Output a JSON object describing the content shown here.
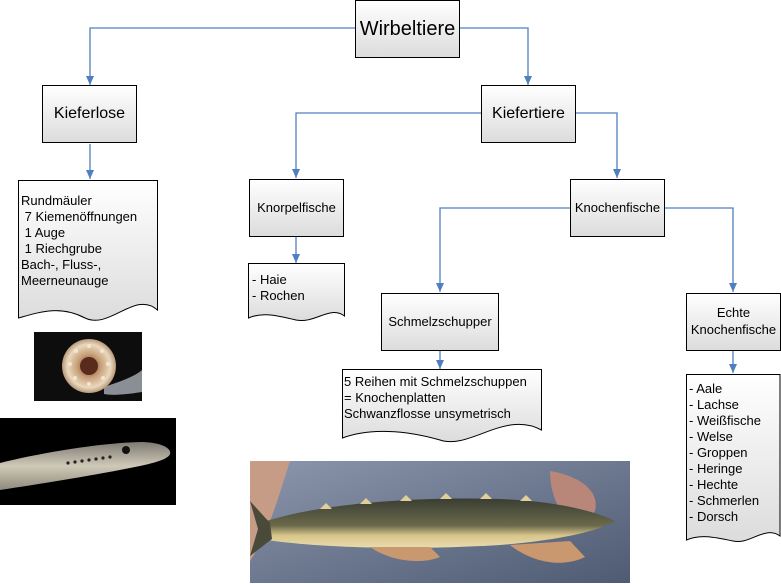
{
  "nodes": {
    "root": "Wirbeltiere",
    "jawless": "Kieferlose",
    "jawed": "Kiefertiere",
    "cartilaginous": "Knorpelfische",
    "bony": "Knochenfische",
    "ganoid": "Schmelzschupper",
    "teleost": "Echte\nKnochenfische"
  },
  "notes": {
    "jawless": "Rundmäuler\n 7 Kiemenöffnungen\n 1 Auge\n 1 Riechgrube\nBach-, Fluss-,\nMeerneunauge",
    "cartilaginous": "- Haie\n- Rochen",
    "ganoid": "5 Reihen mit Schmelzschuppen\n= Knochenplatten\nSchwanzflosse unsymetrisch",
    "teleost": "- Aale\n- Lachse\n- Weißfische\n- Welse\n- Groppen\n- Heringe\n- Hechte\n- Schmerlen\n- Dorsch"
  },
  "colors": {
    "connector": "#4f7fc1",
    "box_border": "#000000"
  },
  "images": {
    "lamprey_mouth": "lamprey-mouth-photo",
    "lamprey_body": "lamprey-body-photo",
    "sturgeon": "sturgeon-photo"
  }
}
